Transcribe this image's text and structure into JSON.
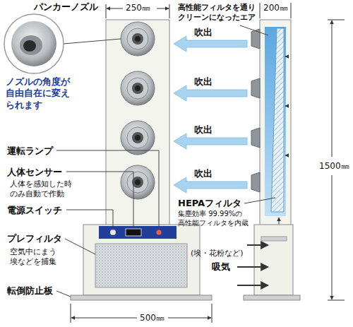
{
  "diagram": {
    "labels": [
      "250㎜",
      "パンカーノズル",
      "ノズルの角度が 自由自在に変え られます",
      "運転ランプ",
      "人体センサー",
      "人体を感知した時 のみ自動で作動",
      "電源スイッチ",
      "プレフィルタ",
      "空気中にまう 埃などを捕集",
      "転倒防止板",
      "500㎜",
      "高性能フィルタを通り クリーンになったエア",
      "200㎜",
      "吹出",
      "吹出",
      "吹出",
      "吹出",
      "1500㎜",
      "HEPAフィルタ",
      "集塵効率 99.99%の 高性能フィルタを内蔵",
      "(埃・花粉など)",
      "吸気"
    ]
  }
}
